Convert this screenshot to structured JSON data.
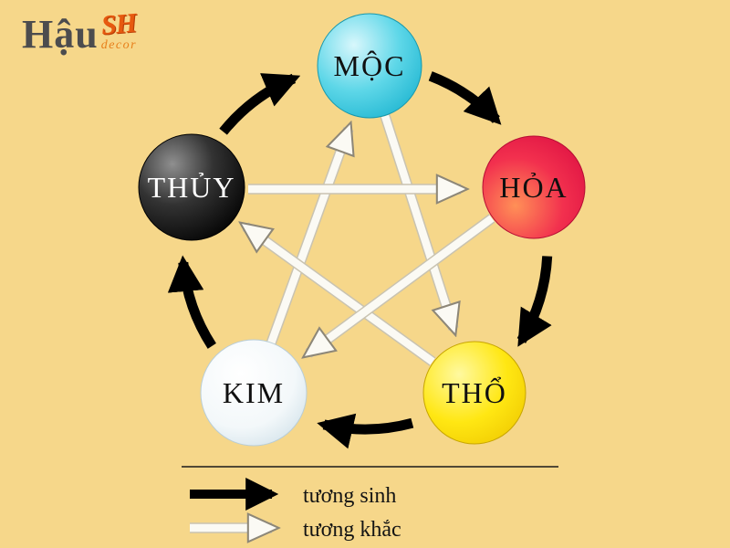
{
  "background": "#F6D78A",
  "logo": {
    "name": "Hậu",
    "accent": "SH",
    "tagline": "decor"
  },
  "nodes": [
    {
      "id": "moc",
      "label": "MỘC",
      "element": "wood",
      "color": "#38C9E0",
      "text_color": "#101010"
    },
    {
      "id": "hoa",
      "label": "HỎA",
      "element": "fire",
      "color": "#EA1C48",
      "text_color": "#101010"
    },
    {
      "id": "tho",
      "label": "THỔ",
      "element": "earth",
      "color": "#F6D500",
      "text_color": "#101010"
    },
    {
      "id": "kim",
      "label": "KIM",
      "element": "metal",
      "color": "#EDF4F7",
      "text_color": "#101010"
    },
    {
      "id": "thuy",
      "label": "THỦY",
      "element": "water",
      "color": "#111111",
      "text_color": "#ffffff"
    }
  ],
  "cycles": {
    "sinh": {
      "color": "#000000",
      "pairs": [
        "moc>hoa",
        "hoa>tho",
        "tho>kim",
        "kim>thuy",
        "thuy>moc"
      ]
    },
    "khac": {
      "color": "#FBFAF4",
      "pairs": [
        "thuy>hoa",
        "moc>tho",
        "hoa>kim",
        "tho>thuy",
        "kim>moc"
      ]
    }
  },
  "legend": [
    {
      "label": "tương sinh",
      "arrow": "black"
    },
    {
      "label": "tương khắc",
      "arrow": "white"
    }
  ]
}
